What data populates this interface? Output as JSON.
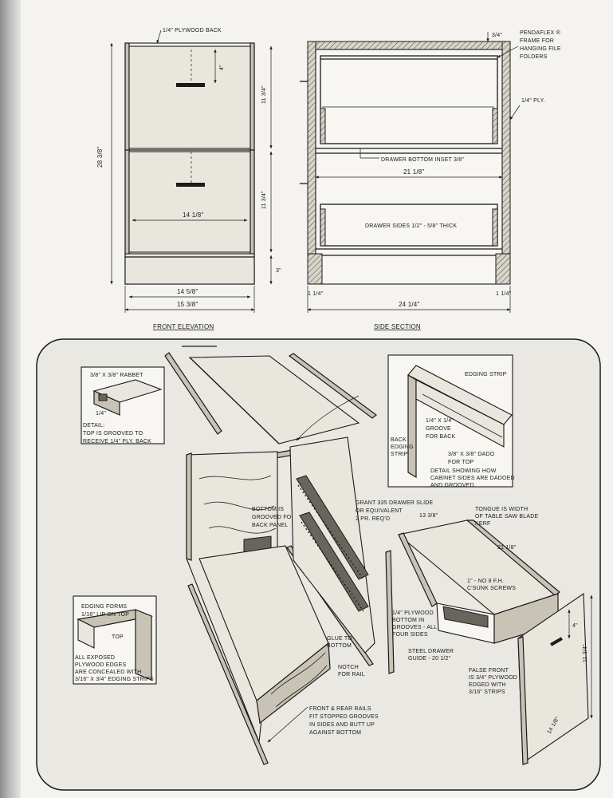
{
  "front_elevation": {
    "title": "FRONT ELEVATION",
    "back_label": "1/4\" PLYWOOD BACK",
    "dims": {
      "overall_height": "28 3/8\"",
      "pull_offset": "4\"",
      "upper_drawer": "11 3/4\"",
      "lower_drawer": "11 3/4\"",
      "base": "3\"",
      "inner_width": "14 1/8\"",
      "width_a": "14 5/8\"",
      "width_b": "15 3/8\""
    }
  },
  "side_section": {
    "title": "SIDE SECTION",
    "top_dim": "3/4\"",
    "pendaflex": [
      "PENDAFLEX ®",
      "FRAME FOR",
      "HANGING FILE",
      "FOLDERS"
    ],
    "ply_label": "1/4\" PLY.",
    "drawer_bottom": "DRAWER BOTTOM INSET 3/8\"",
    "depth_inner": "21 1/8\"",
    "drawer_sides": "DRAWER SIDES 1/2\" - 5/8\" THICK",
    "left_dim": "1 1/4\"",
    "right_dim": "1 1/4\"",
    "overall_depth": "24 1/4\""
  },
  "exploded": {
    "rabbet_detail": {
      "label": "3/8\" x 3/8\" RABBET",
      "dim": "1/4\"",
      "text": [
        "DETAIL:",
        "TOP IS GROOVED TO",
        "RECEIVE 1/4\" PLY. BACK"
      ]
    },
    "corner_detail": {
      "edging": "EDGING STRIP",
      "groove": [
        "1/4\" x 1/4\"",
        "GROOVE",
        "FOR BACK"
      ],
      "back_edging": [
        "BACK",
        "EDGING",
        "STRIP"
      ],
      "dado": [
        "3/8\" x 3/8\" DADO",
        "FOR TOP"
      ],
      "caption": [
        "DETAIL SHOWING HOW",
        "CABINET SIDES ARE DADOED",
        "AND GROOVED"
      ]
    },
    "bottom_groove": [
      "BOTTOM IS",
      "GROOVED FOR",
      "BACK PANEL"
    ],
    "slide": [
      "GRANT 335 DRAWER SLIDE",
      "OR EQUIVALENT",
      "2 PR. REQ'D"
    ],
    "edging_detail": {
      "lip": [
        "EDGING FORMS",
        "1/16\" LIP ON TOP"
      ],
      "top_word": "TOP",
      "text": [
        "ALL EXPOSED",
        "PLYWOOD EDGES",
        "ARE CONCEALED WITH",
        "3/16\" x 3/4\" EDGING STRIPS"
      ]
    },
    "glue": [
      "GLUE TO",
      "BOTTOM"
    ],
    "notch": [
      "NOTCH",
      "FOR RAIL"
    ],
    "rails": [
      "FRONT & REAR RAILS",
      "FIT STOPPED GROOVES",
      "IN SIDES AND BUTT UP",
      "AGAINST BOTTOM"
    ],
    "drawer": {
      "width": "13 3/8\"",
      "tongue": [
        "TONGUE IS WIDTH",
        "OF TABLE SAW BLADE",
        "KERF"
      ],
      "length": "21 1/8\"",
      "screws": [
        "1\" - NO 8 F.H.",
        "C'SUNK SCREWS"
      ],
      "plywood": [
        "1/4\" PLYWOOD",
        "BOTTOM IN",
        "GROOVES - ALL",
        "FOUR SIDES"
      ],
      "guide": [
        "STEEL DRAWER",
        "GUIDE - 20 1/2\""
      ],
      "pull_dim": "4\"",
      "front_dim": "11 3/4\"",
      "false_front": [
        "FALSE FRONT",
        "IS 3/4\" PLYWOOD",
        "EDGED WITH",
        "3/16\" STRIPS"
      ],
      "front_width": "14 1/8\""
    }
  }
}
